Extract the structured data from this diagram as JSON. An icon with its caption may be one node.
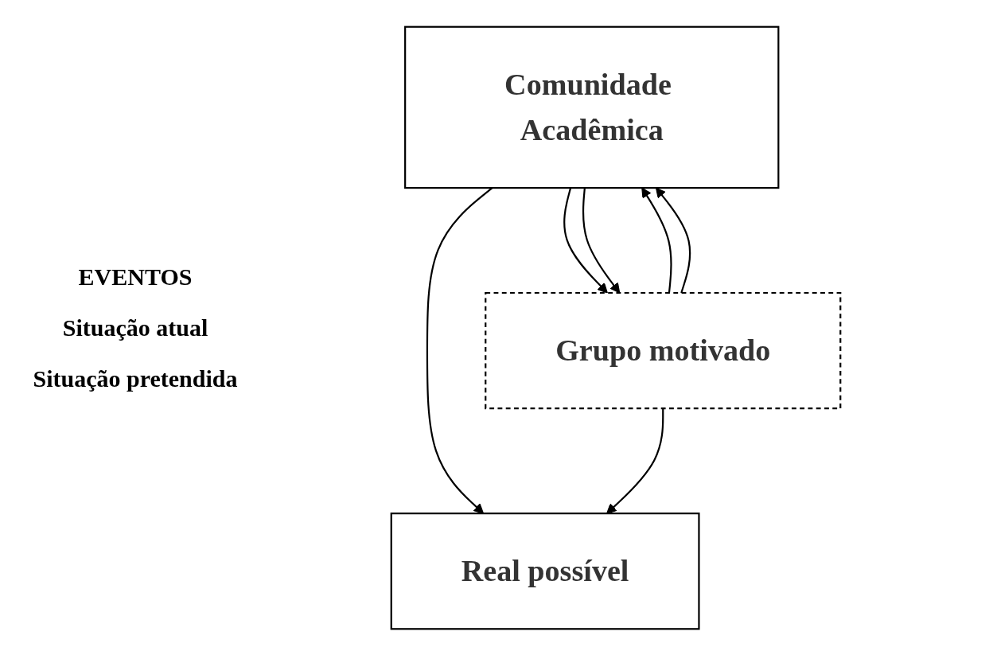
{
  "diagram": {
    "nodes": [
      {
        "text": [
          "Comunidade Acadêmica"
        ]
      },
      {
        "text": [
          "Grupo motivado"
        ]
      },
      {
        "text": [
          "Real possível"
        ]
      }
    ],
    "edges": [
      {
        "from": 0,
        "to": 1,
        "arrow": "to"
      },
      {
        "from": 1,
        "to": 0,
        "arrow": "to"
      },
      {
        "from": 0,
        "to": 1,
        "arrow": "to"
      },
      {
        "from": 1,
        "to": 0,
        "arrow": "to"
      },
      {
        "from": 0,
        "to": 2,
        "arrow": "to"
      },
      {
        "from": 1,
        "to": 2,
        "arrow": "to"
      }
    ],
    "labels": [
      "EVENTOS",
      "Situação atual",
      "Situação pretendida"
    ]
  }
}
